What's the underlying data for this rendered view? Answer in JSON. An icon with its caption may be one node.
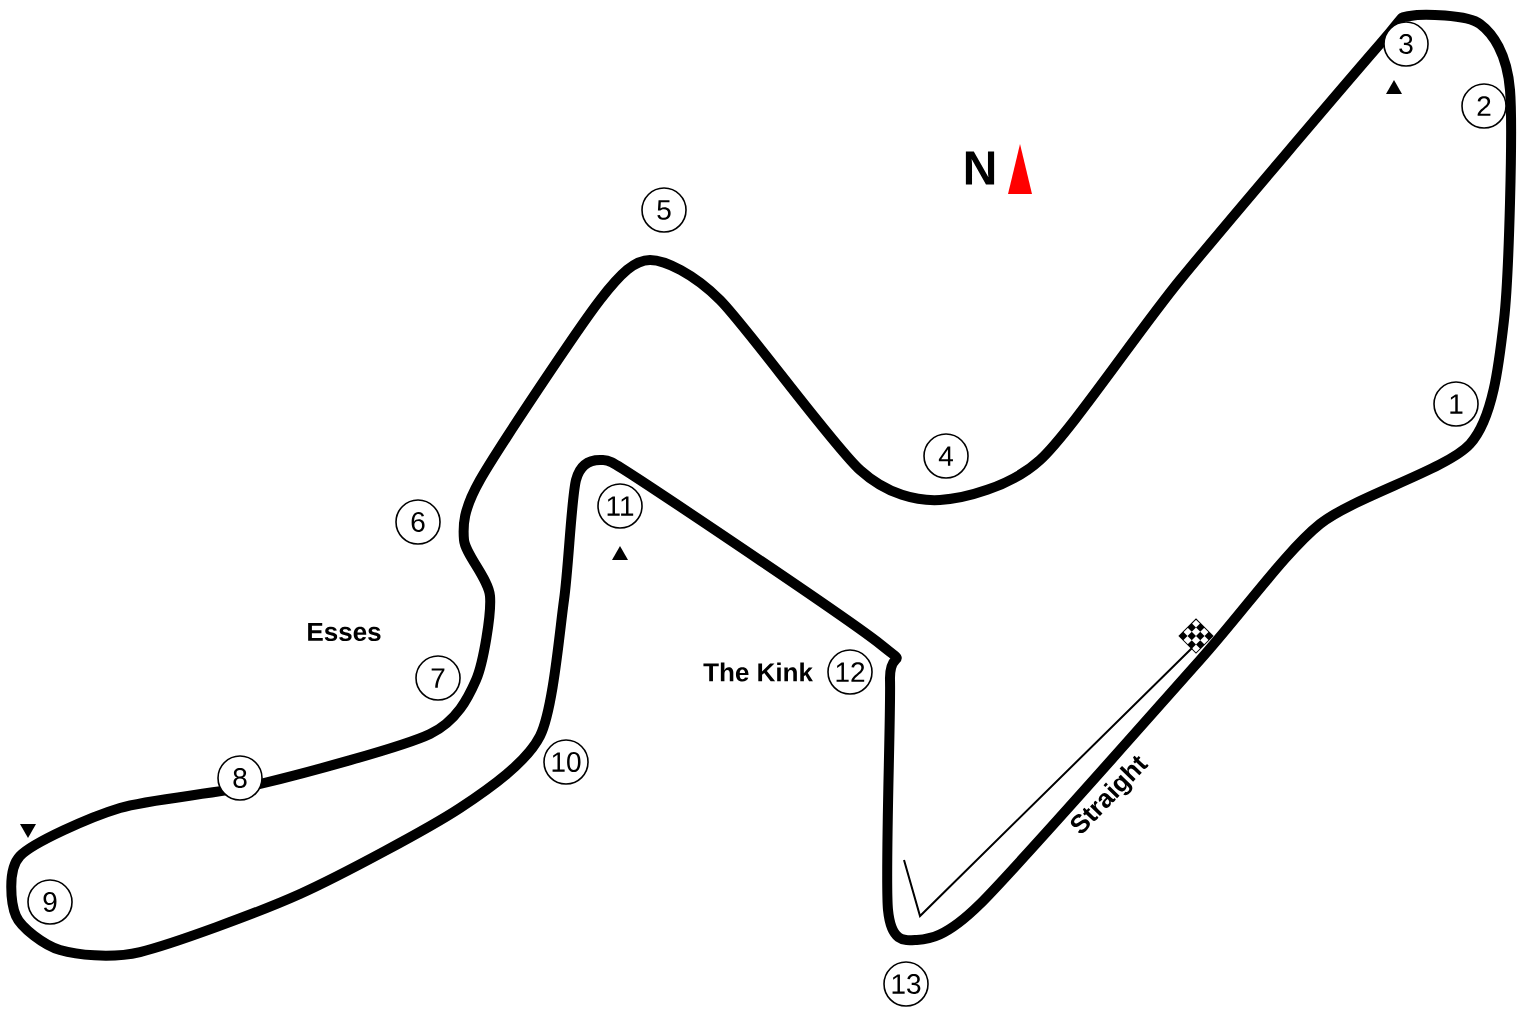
{
  "diagram": {
    "nodes": [
      {
        "text": [
          "3"
        ]
      },
      {
        "text": [
          "2"
        ]
      },
      {
        "text": [
          "5"
        ]
      },
      {
        "text": [
          "1"
        ]
      },
      {
        "text": [
          "4"
        ]
      },
      {
        "text": [
          "11"
        ]
      },
      {
        "text": [
          "6"
        ]
      },
      {
        "text": [
          "12"
        ],
        "beside": [
          "The Kink"
        ]
      },
      {
        "text": [
          "7"
        ],
        "beside": [
          "Esses"
        ]
      },
      {
        "text": [
          "10"
        ]
      },
      {
        "text": [
          "8"
        ]
      },
      {
        "text": [
          "9"
        ]
      },
      {
        "text": [
          "13"
        ]
      }
    ],
    "labels": [
      "N",
      "Straight"
    ]
  }
}
